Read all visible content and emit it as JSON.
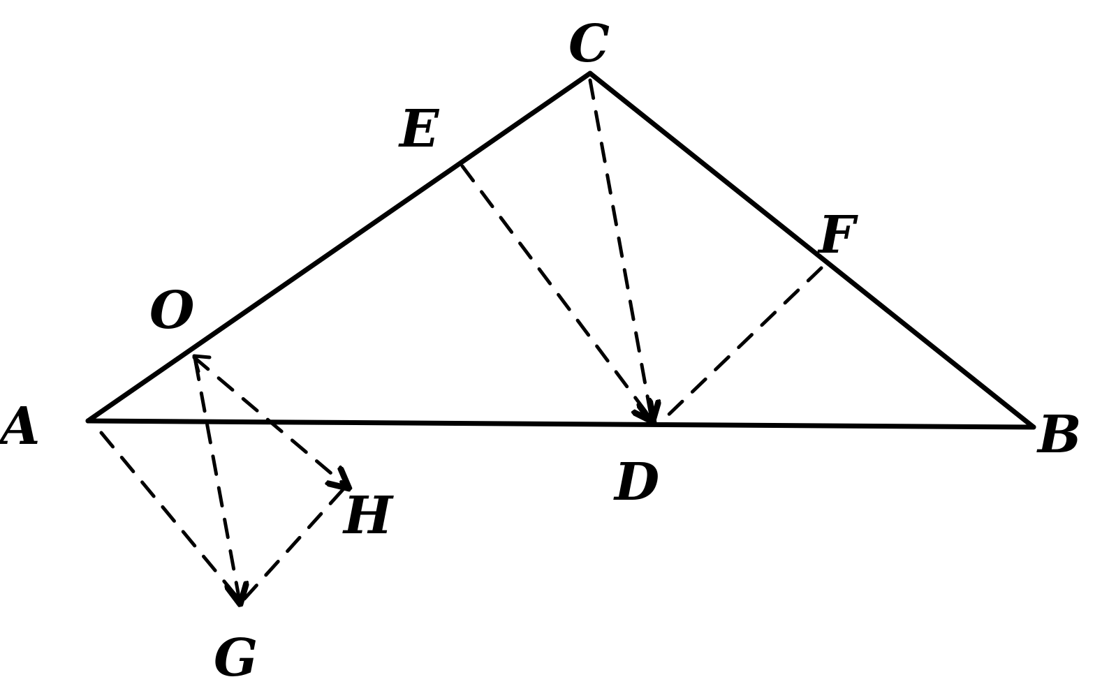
{
  "labels": {
    "A": "A",
    "B": "B",
    "C": "C",
    "D": "D",
    "E": "E",
    "F": "F",
    "G": "G",
    "H": "H",
    "O": "O"
  },
  "colors": {
    "ink": "#000000",
    "paper": "#ffffff"
  }
}
